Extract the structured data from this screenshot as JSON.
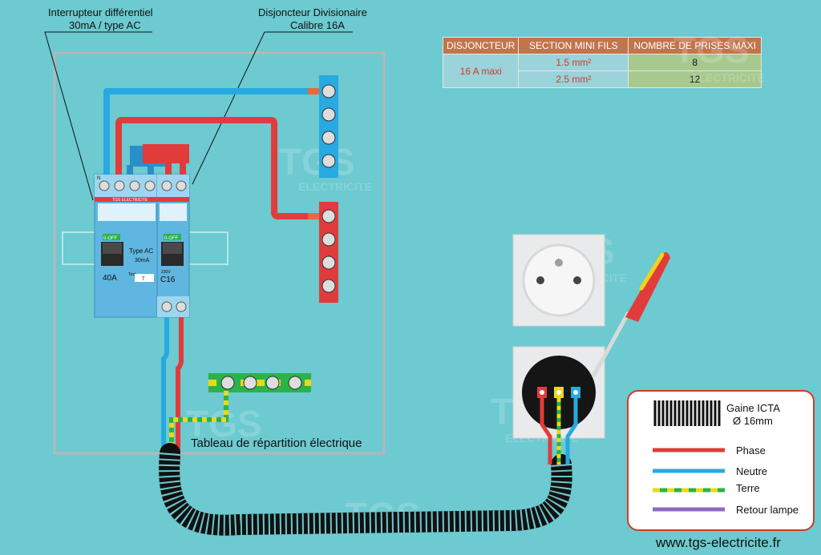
{
  "labels": {
    "rcd": [
      "Interrupteur différentiel",
      "30mA / type AC"
    ],
    "breaker": [
      "Disjoncteur Divisionaire",
      "Calibre 16A"
    ],
    "panel_title": "Tableau de répartition électrique",
    "rcd_type": "Type AC",
    "rcd_sens": "30mA",
    "rcd_rating": "40A",
    "rcd_test": "Test",
    "rcd_test_btn": "T",
    "off_label": "0-OFF",
    "brand_strip": "TGS ELECTRICITE",
    "breaker_volt": "230V",
    "breaker_rating": "C16",
    "terminal_mark": "N",
    "watermark_top": "TGS",
    "watermark_bottom": "ELECTRICITE"
  },
  "table": {
    "headers": [
      "DISJONCTEUR",
      "SECTION MINI FILS",
      "NOMBRE DE PRISES MAXI"
    ],
    "breaker": "16 A maxi",
    "rows": [
      {
        "section": "1.5 mm²",
        "prises": "8"
      },
      {
        "section": "2.5 mm²",
        "prises": "12"
      }
    ]
  },
  "legend": {
    "sheath_title": "Gaine ICTA",
    "sheath_diameter": "Ø 16mm",
    "items": [
      {
        "label": "Phase",
        "color": "#e23b3b"
      },
      {
        "label": "Neutre",
        "color": "#27a9e1"
      },
      {
        "label": "Terre",
        "color": "#e8d81e",
        "color2": "#29b34a"
      },
      {
        "label": "Retour lampe",
        "color": "#8e6bbf"
      }
    ]
  },
  "website": "www.tgs-electricite.fr",
  "colors": {
    "background": "#6ccad0",
    "phase": "#e23b3b",
    "neutral": "#27a9e1",
    "earth_yellow": "#e8d81e",
    "earth_green": "#29b34a"
  }
}
